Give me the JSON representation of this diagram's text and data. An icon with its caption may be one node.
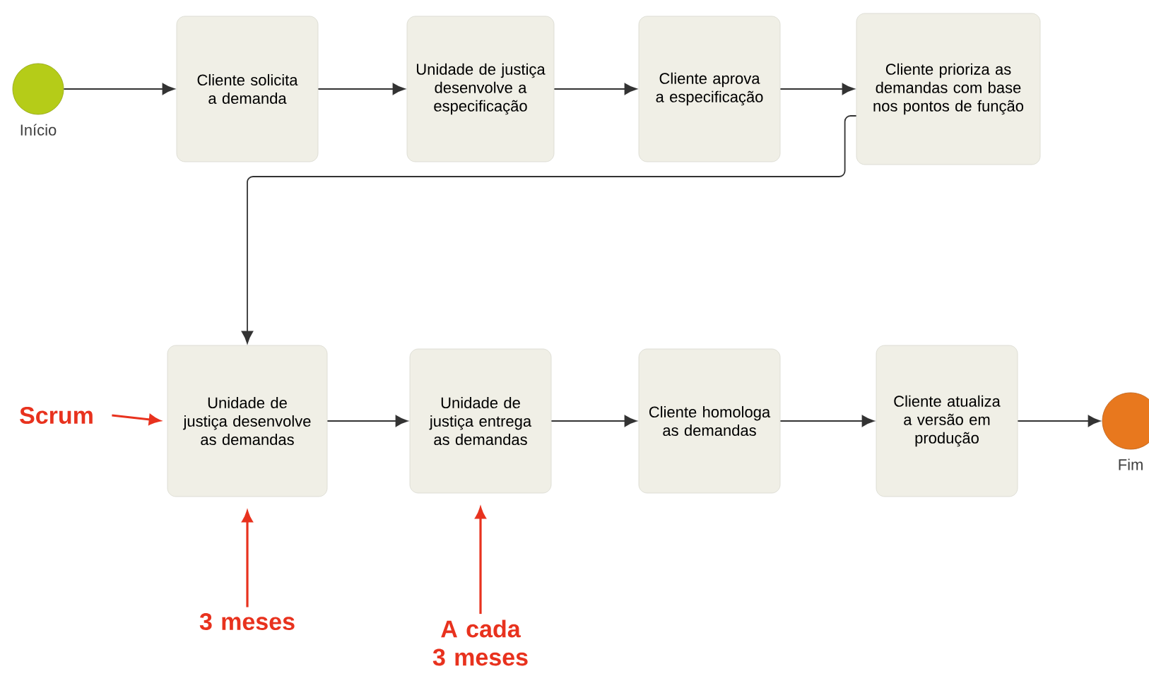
{
  "diagram": {
    "nodes": [
      {
        "text": [],
        "shape": "circle",
        "beside": [
          "Início"
        ]
      },
      {
        "text": [
          "Cliente solicita a demanda"
        ]
      },
      {
        "text": [
          "Unidade de justiça desenvolve a especificação"
        ]
      },
      {
        "text": [
          "Cliente aprova a especificação"
        ]
      },
      {
        "text": [
          "Cliente prioriza as demandas com base nos pontos de função"
        ]
      },
      {
        "text": [
          "Unidade de justiça desenvolve as demandas"
        ]
      },
      {
        "text": [
          "Unidade de justiça entrega as demandas"
        ]
      },
      {
        "text": [
          "Cliente homologa as demandas"
        ]
      },
      {
        "text": [
          "Cliente atualiza a versão em produção"
        ]
      },
      {
        "text": [],
        "shape": "circle",
        "beside": [
          "Fim"
        ]
      },
      {
        "text": [
          "Scrum"
        ]
      },
      {
        "text": [
          "3 meses"
        ]
      },
      {
        "text": [
          "A cada 3 meses"
        ]
      }
    ],
    "edges": [
      {
        "from": 0,
        "to": 1,
        "arrow": "to"
      },
      {
        "from": 1,
        "to": 2,
        "arrow": "to"
      },
      {
        "from": 2,
        "to": 3,
        "arrow": "to"
      },
      {
        "from": 3,
        "to": 4,
        "arrow": "to"
      },
      {
        "from": 4,
        "to": 5,
        "arrow": "to"
      },
      {
        "from": 5,
        "to": 6,
        "arrow": "to"
      },
      {
        "from": 6,
        "to": 7,
        "arrow": "to"
      },
      {
        "from": 7,
        "to": 8,
        "arrow": "to"
      },
      {
        "from": 8,
        "to": 9,
        "arrow": "to"
      },
      {
        "from": 10,
        "to": 5,
        "arrow": "to",
        "color": "#e8321e"
      },
      {
        "from": 11,
        "to": 5,
        "arrow": "to",
        "color": "#e8321e"
      },
      {
        "from": 12,
        "to": 6,
        "arrow": "to",
        "color": "#e8321e"
      }
    ]
  }
}
